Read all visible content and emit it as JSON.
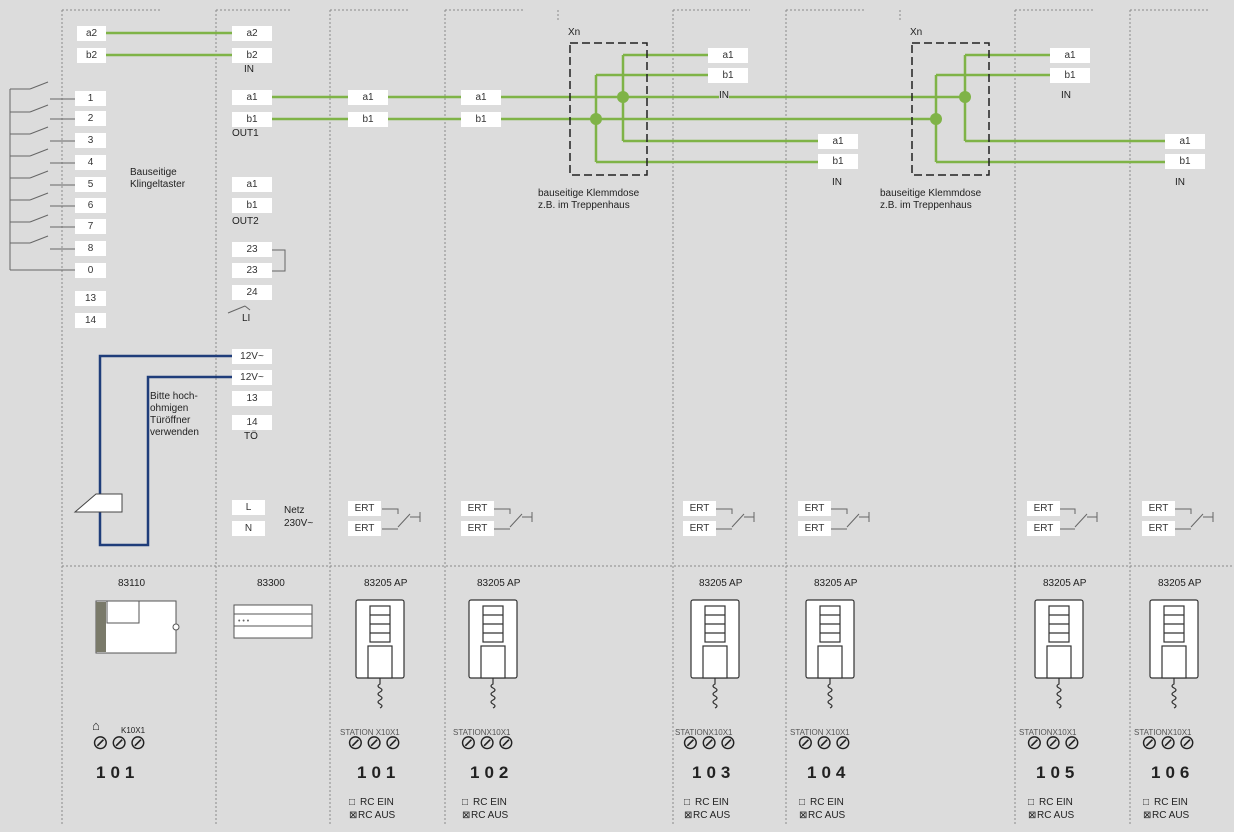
{
  "colors": {
    "background": "#dcdcdc",
    "green_wire": "#7fb347",
    "blue_wire": "#1f3d7a",
    "dashed": "#777777"
  },
  "doorstation": {
    "button_numbers": [
      "1",
      "2",
      "3",
      "4",
      "5",
      "6",
      "7",
      "8",
      "0"
    ],
    "extra_terminals": [
      "13",
      "14"
    ],
    "bus_terminals": [
      "a2",
      "b2"
    ],
    "button_label": [
      "Bauseitige",
      "Klingeltaster"
    ],
    "note": [
      "Bitte hoch-",
      "ohmigen",
      "Türöffner",
      "verwenden"
    ],
    "model": "83110",
    "address_label": "K10X1",
    "address": "101"
  },
  "supply": {
    "in_terminals": [
      "a2",
      "b2"
    ],
    "in_label": "IN",
    "out1_terminals": [
      "a1",
      "b1"
    ],
    "out1_label": "OUT1",
    "out2_terminals": [
      "a1",
      "b1"
    ],
    "out2_label": "OUT2",
    "relay_terminals": [
      "23",
      "23",
      "24"
    ],
    "li_label": "LI",
    "door_terminals": [
      "12V~",
      "12V~",
      "13",
      "14"
    ],
    "to_label": "TÖ",
    "mains_terminals": [
      "L",
      "N"
    ],
    "mains_label": [
      "Netz",
      "230V~"
    ],
    "model": "83300"
  },
  "bus_labels": [
    "a1",
    "b1"
  ],
  "junction": {
    "xn_label": "Xn",
    "text": [
      "bauseitige Klemmdose",
      "z.B. im Treppenhaus"
    ],
    "terminals": [
      "a1",
      "b1"
    ],
    "in_label": "IN"
  },
  "stations": [
    {
      "model": "83205 AP",
      "station_label": "STATION X10X1",
      "address": "101",
      "ert": [
        "ERT",
        "ERT"
      ],
      "rc": [
        "RC EIN",
        "RC AUS"
      ]
    },
    {
      "model": "83205 AP",
      "station_label": "STATIONX10X1",
      "address": "102",
      "ert": [
        "ERT",
        "ERT"
      ],
      "rc": [
        "RC EIN",
        "RC AUS"
      ]
    },
    {
      "model": "83205 AP",
      "station_label": "STATIONX10X1",
      "address": "103",
      "ert": [
        "ERT",
        "ERT"
      ],
      "rc": [
        "RC EIN",
        "RC AUS"
      ]
    },
    {
      "model": "83205 AP",
      "station_label": "STATION X10X1",
      "address": "104",
      "ert": [
        "ERT",
        "ERT"
      ],
      "rc": [
        "RC EIN",
        "RC AUS"
      ]
    },
    {
      "model": "83205 AP",
      "station_label": "STATIONX10X1",
      "address": "105",
      "ert": [
        "ERT",
        "ERT"
      ],
      "rc": [
        "RC EIN",
        "RC AUS"
      ]
    },
    {
      "model": "83205 AP",
      "station_label": "STATIONX10X1",
      "address": "106",
      "ert": [
        "ERT",
        "ERT"
      ],
      "rc": [
        "RC EIN",
        "RC AUS"
      ]
    }
  ]
}
